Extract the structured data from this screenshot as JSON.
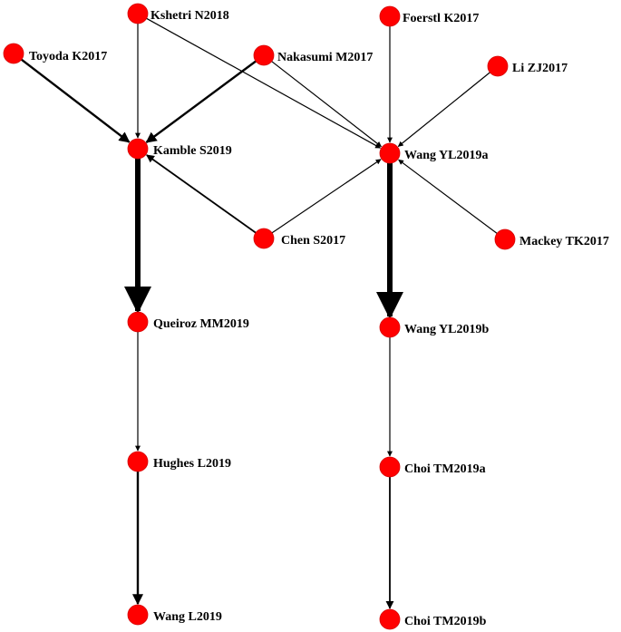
{
  "colors": {
    "node_fill": "#ff0000",
    "node_stroke": "#d40000",
    "edge": "#000000",
    "background": "#ffffff"
  },
  "nodes": [
    {
      "id": "kshetri",
      "label": "Kshetri N2018"
    },
    {
      "id": "foerstl",
      "label": "Foerstl K2017"
    },
    {
      "id": "toyoda",
      "label": "Toyoda K2017"
    },
    {
      "id": "nakasumi",
      "label": "Nakasumi M2017"
    },
    {
      "id": "lizj",
      "label": "Li ZJ2017"
    },
    {
      "id": "kamble",
      "label": "Kamble S2019"
    },
    {
      "id": "wangyla",
      "label": "Wang YL2019a"
    },
    {
      "id": "chen",
      "label": "Chen S2017"
    },
    {
      "id": "mackey",
      "label": "Mackey TK2017"
    },
    {
      "id": "queiroz",
      "label": "Queiroz MM2019"
    },
    {
      "id": "wangylb",
      "label": "Wang YL2019b"
    },
    {
      "id": "hughes",
      "label": "Hughes L2019"
    },
    {
      "id": "choia",
      "label": "Choi TM2019a"
    },
    {
      "id": "wangl",
      "label": "Wang L2019"
    },
    {
      "id": "choib",
      "label": "Choi TM2019b"
    }
  ],
  "edges": [
    {
      "from": "kshetri",
      "to": "kamble",
      "weight": 1
    },
    {
      "from": "kshetri",
      "to": "wangyla",
      "weight": 1
    },
    {
      "from": "toyoda",
      "to": "kamble",
      "weight": 2
    },
    {
      "from": "nakasumi",
      "to": "kamble",
      "weight": 2
    },
    {
      "from": "nakasumi",
      "to": "wangyla",
      "weight": 1
    },
    {
      "from": "foerstl",
      "to": "wangyla",
      "weight": 1
    },
    {
      "from": "lizj",
      "to": "wangyla",
      "weight": 1
    },
    {
      "from": "chen",
      "to": "kamble",
      "weight": 1.5
    },
    {
      "from": "chen",
      "to": "wangyla",
      "weight": 1
    },
    {
      "from": "mackey",
      "to": "wangyla",
      "weight": 1
    },
    {
      "from": "kamble",
      "to": "queiroz",
      "weight": 5
    },
    {
      "from": "wangyla",
      "to": "wangylb",
      "weight": 5
    },
    {
      "from": "queiroz",
      "to": "hughes",
      "weight": 1
    },
    {
      "from": "hughes",
      "to": "wangl",
      "weight": 2
    },
    {
      "from": "wangylb",
      "to": "choia",
      "weight": 1
    },
    {
      "from": "choia",
      "to": "choib",
      "weight": 1.5
    }
  ]
}
